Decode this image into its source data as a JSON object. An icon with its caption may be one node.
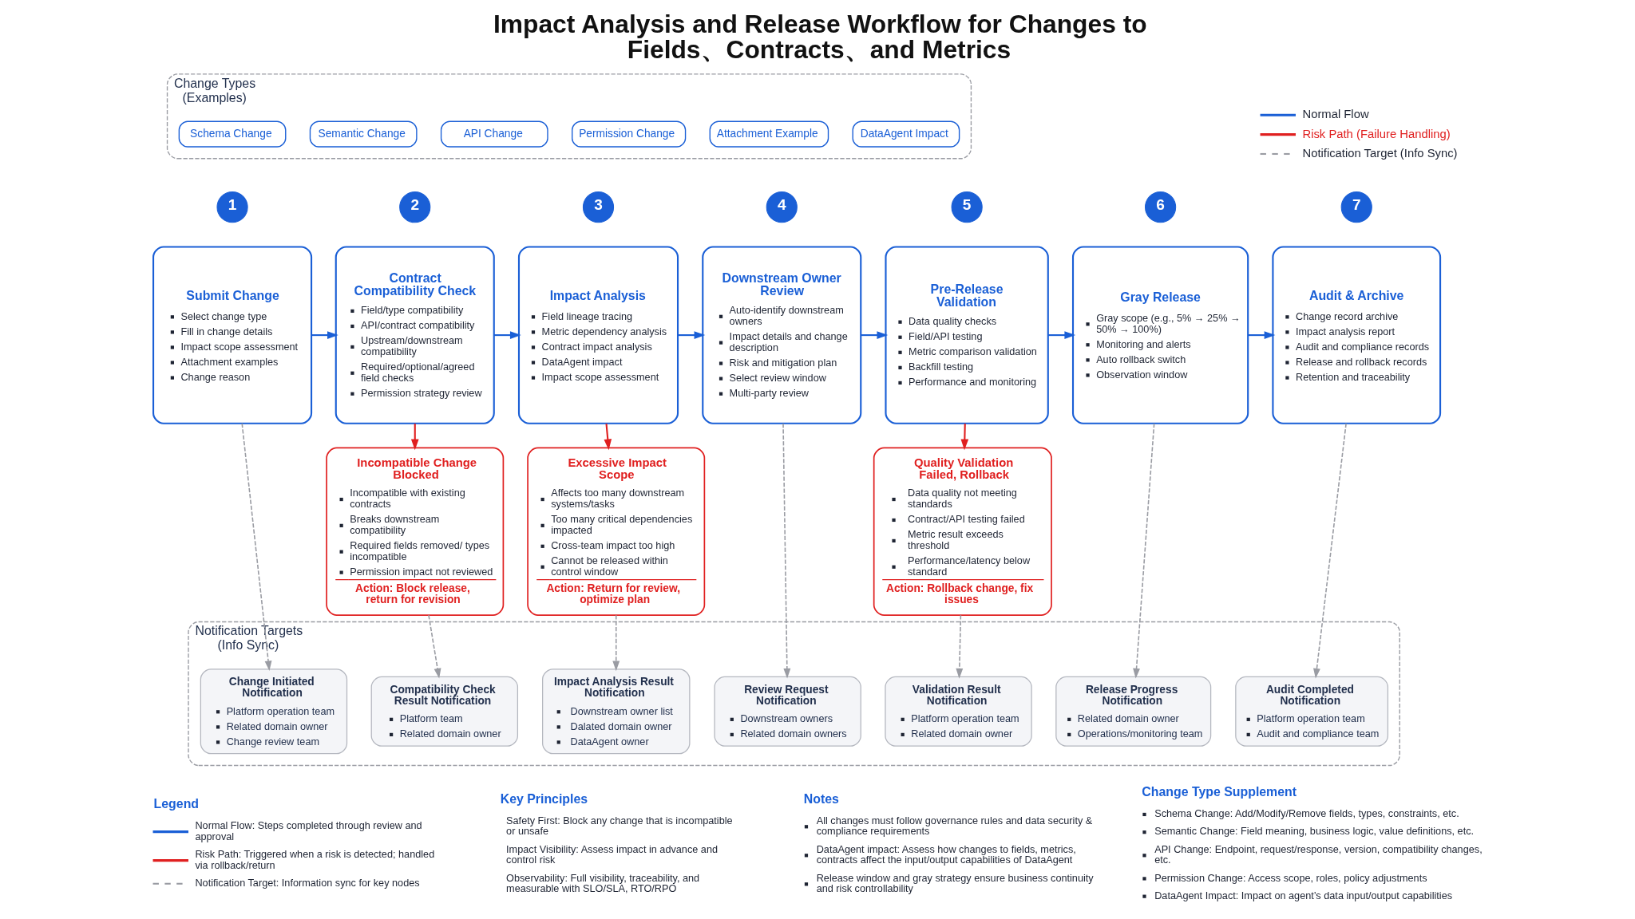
{
  "diagram": {
    "title": "Impact Analysis and Release Workflow for Changes to Fields、Contracts、and Metrics",
    "nodes": [
      {
        "text": [
          "Change Types (Examples)"
        ]
      },
      {
        "text": [
          "Schema Change"
        ],
        "in": 0
      },
      {
        "text": [
          "Semantic Change"
        ],
        "in": 0
      },
      {
        "text": [
          "API Change"
        ],
        "in": 0
      },
      {
        "text": [
          "Permission Change"
        ],
        "in": 0
      },
      {
        "text": [
          "Attachment Example"
        ],
        "in": 0
      },
      {
        "text": [
          "DataAgent Impact"
        ],
        "in": 0
      },
      {
        "text": [
          "Submit Change",
          "Select change type",
          "Fill in change details",
          "Impact scope assessment",
          "Attachment examples",
          "Change reason"
        ],
        "beside": [
          "1"
        ]
      },
      {
        "text": [
          "Contract Compatibility Check",
          "Field/type compatibility",
          "API/contract compatibility",
          "Upstream/downstream compatibility",
          "Required/optional/agreed field checks",
          "Permission strategy review"
        ],
        "beside": [
          "2"
        ]
      },
      {
        "text": [
          "Impact Analysis",
          "Field lineage tracing",
          "Metric dependency analysis",
          "Contract impact analysis",
          "DataAgent impact",
          "Impact scope assessment"
        ],
        "beside": [
          "3"
        ]
      },
      {
        "text": [
          "Downstream Owner Review",
          "Auto-identify downstream owners",
          "Impact details and change description",
          "Risk and mitigation plan",
          "Select review window",
          "Multi-party review"
        ],
        "beside": [
          "4"
        ]
      },
      {
        "text": [
          "Pre-Release Validation",
          "Data quality checks",
          "Field/API testing",
          "Metric comparison validation",
          "Backfill testing",
          "Performance and monitoring"
        ],
        "beside": [
          "5"
        ]
      },
      {
        "text": [
          "Gray Release",
          "Gray scope (e.g., 5% → 25% → 50% → 100%)",
          "Monitoring and alerts",
          "Auto rollback switch",
          "Observation window"
        ],
        "beside": [
          "6"
        ]
      },
      {
        "text": [
          "Audit & Archive",
          "Change record archive",
          "Impact analysis report",
          "Audit and compliance records",
          "Release and rollback records",
          "Retention and traceability"
        ],
        "beside": [
          "7"
        ]
      },
      {
        "text": [
          "Incompatible Change Blocked",
          "Incompatible with existing contracts",
          "Breaks downstream compatibility",
          "Required fields removed/ types incompatible",
          "Permission impact not reviewed",
          "Action: Block release, return for revision"
        ]
      },
      {
        "text": [
          "Excessive Impact Scope",
          "Affects too many downstream systems/tasks",
          "Too many critical dependencies impacted",
          "Cross-team impact too high",
          "Cannot be released within control window",
          "Action: Return for review, optimize plan"
        ]
      },
      {
        "text": [
          "Quality Validation Failed, Rollback",
          "Data quality not meeting standards",
          "Contract/API testing failed",
          "Metric result exceeds threshold",
          "Performance/latency below standard",
          "Action: Rollback change, fix issues"
        ]
      },
      {
        "text": [
          "Notification Targets (Info Sync)"
        ]
      },
      {
        "text": [
          "Change Initiated Notification",
          "Platform operation team",
          "Related domain owner",
          "Change review team"
        ],
        "in": 17
      },
      {
        "text": [
          "Compatibility Check Result Notification",
          "Platform team",
          "Related domain owner"
        ],
        "in": 17
      },
      {
        "text": [
          "Impact Analysis Result Notification",
          "Downstream owner list",
          "Dalated domain owner",
          "DataAgent owner"
        ],
        "in": 17
      },
      {
        "text": [
          "Review Request Notification",
          "Downstream owners",
          "Related domain owners"
        ],
        "in": 17
      },
      {
        "text": [
          "Validation Result Notification",
          "Platform operation team",
          "Related domain owner"
        ],
        "in": 17
      },
      {
        "text": [
          "Release Progress Notification",
          "Related domain owner",
          "Operations/monitoring team"
        ],
        "in": 17
      },
      {
        "text": [
          "Audit Completed Notification",
          "Platform operation team",
          "Audit and compliance team"
        ],
        "in": 17
      }
    ],
    "edges": [
      {
        "from": 7,
        "to": 8,
        "arrow": "to",
        "color": "#1a5fd6"
      },
      {
        "from": 8,
        "to": 9,
        "arrow": "to",
        "color": "#1a5fd6"
      },
      {
        "from": 9,
        "to": 10,
        "arrow": "to",
        "color": "#1a5fd6"
      },
      {
        "from": 10,
        "to": 11,
        "arrow": "to",
        "color": "#1a5fd6"
      },
      {
        "from": 11,
        "to": 12,
        "arrow": "to",
        "color": "#1a5fd6"
      },
      {
        "from": 12,
        "to": 13,
        "arrow": "to",
        "color": "#1a5fd6"
      },
      {
        "from": 8,
        "to": 14,
        "arrow": "to",
        "color": "#e02020"
      },
      {
        "from": 9,
        "to": 15,
        "arrow": "to",
        "color": "#e02020"
      },
      {
        "from": 11,
        "to": 16,
        "arrow": "to",
        "color": "#e02020"
      },
      {
        "from": 7,
        "to": 18,
        "arrow": "to",
        "style": "dashed",
        "color": "#9a9ca3"
      },
      {
        "from": 14,
        "to": 19,
        "arrow": "to",
        "style": "dashed",
        "color": "#9a9ca3"
      },
      {
        "from": 15,
        "to": 20,
        "arrow": "to",
        "style": "dashed",
        "color": "#9a9ca3"
      },
      {
        "from": 10,
        "to": 21,
        "arrow": "to",
        "style": "dashed",
        "color": "#9a9ca3"
      },
      {
        "from": 16,
        "to": 22,
        "arrow": "to",
        "style": "dashed",
        "color": "#9a9ca3"
      },
      {
        "from": 12,
        "to": 23,
        "arrow": "to",
        "style": "dashed",
        "color": "#9a9ca3"
      },
      {
        "from": 13,
        "to": 24,
        "arrow": "to",
        "style": "dashed",
        "color": "#9a9ca3"
      }
    ],
    "labels": [
      "Legend",
      "Key Principles",
      "Safety First: Block any change that is incompatible or unsafe",
      "Impact Visibility: Assess impact in advance and control risk",
      "Observability: Full visibility, traceability, and measurable with SLO/SLA, RTO/RPO",
      "Notes",
      "All changes must follow governance rules and data security & compliance requirements",
      "DataAgent impact: Assess how changes to fields, metrics, contracts affect the input/output capabilities of DataAgent",
      "Release window and gray strategy ensure business continuity and risk controllability",
      "Change Type Supplement",
      "Schema Change: Add/Modify/Remove fields, types, constraints, etc.",
      "Semantic Change: Field meaning, business logic, value definitions, etc.",
      "API Change: Endpoint, request/response, version, compatibility changes, etc.",
      "Permission Change: Access scope, roles, policy adjustments",
      "DataAgent Impact: Impact on agent’s data input/output capabilities"
    ],
    "legend": [
      {
        "text": "Normal Flow"
      },
      {
        "text": "Risk Path (Failure Handling)"
      },
      {
        "text": "Notification Target (Info Sync)"
      },
      {
        "text": "Normal Flow: Steps completed through review and approval"
      },
      {
        "text": "Risk Path: Triggered when a risk is detected; handled via rollback/return"
      },
      {
        "text": "Notification Target: Information sync for key nodes"
      }
    ]
  }
}
